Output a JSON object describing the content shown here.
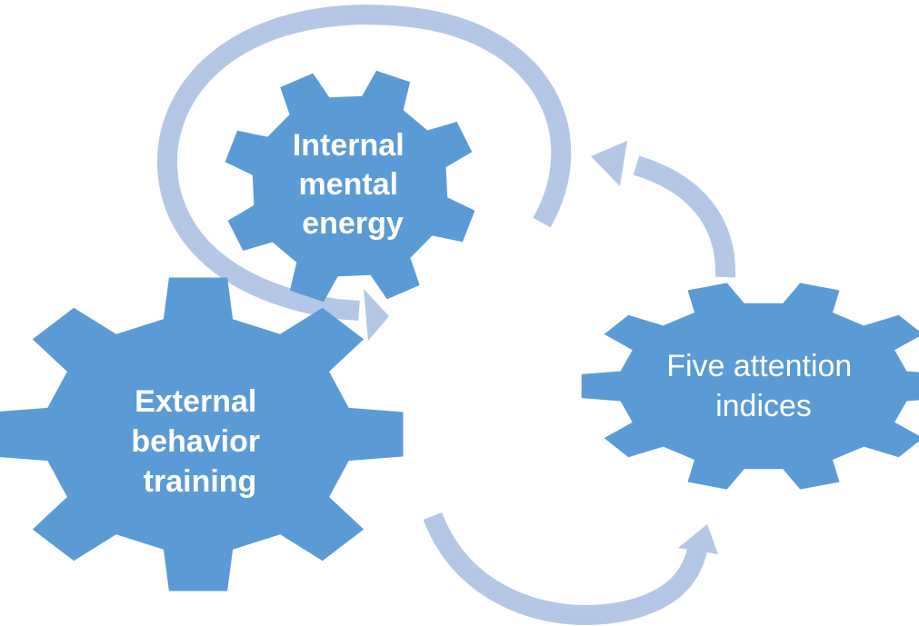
{
  "diagram": {
    "colors": {
      "gear": "#5B9BD5",
      "arrow": "#B4C7E7",
      "text": "#FFFFFF",
      "background": "#FFFFFF"
    },
    "gears": {
      "internal": {
        "lines": [
          "Internal",
          "mental",
          "energy"
        ]
      },
      "external": {
        "lines": [
          "External",
          "behavior",
          "training"
        ]
      },
      "attention": {
        "lines": [
          "Five attention",
          "indices"
        ]
      }
    },
    "arrows": [
      "cycle-loop-arrow",
      "attention-to-internal-arrow",
      "bottom-to-attention-arrow"
    ]
  }
}
